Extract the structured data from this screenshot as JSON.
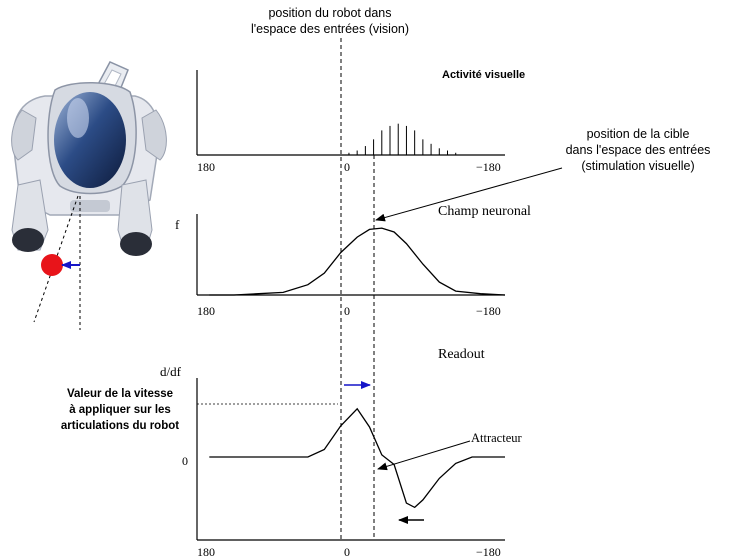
{
  "annotations": {
    "robot_position": [
      "position du robot dans",
      "l'espace des entrées (vision)"
    ],
    "target_position": [
      "position de la cible",
      "dans l'espace des entrées",
      "(stimulation visuelle)"
    ],
    "speed_value": [
      "Valeur de la vitesse",
      "à appliquer sur les",
      "articulations du robot"
    ]
  },
  "chart_data": [
    {
      "type": "bar",
      "title": "Activité visuelle",
      "x_tick_labels": [
        "180",
        "0",
        "−180"
      ],
      "x": [
        -14,
        -12,
        -10,
        -8,
        -6,
        -4,
        -2,
        0,
        2,
        4,
        6,
        8,
        10,
        12,
        14,
        16,
        18,
        20,
        22,
        24
      ],
      "values": [
        0,
        0,
        0,
        0,
        0,
        0,
        1,
        2,
        4,
        7,
        11,
        13,
        14,
        13,
        11,
        7,
        5,
        3,
        2,
        1
      ],
      "xlim": [
        -39,
        36
      ],
      "ylim": [
        0,
        38
      ]
    },
    {
      "type": "line",
      "title": "Champ neuronal",
      "ylabel": "f",
      "x_tick_labels": [
        "180",
        "0",
        "−180"
      ],
      "x": [
        -36,
        -30,
        -24,
        -18,
        -12,
        -8,
        -4,
        0,
        3,
        6,
        9,
        12,
        16,
        20,
        24,
        30,
        36
      ],
      "values": [
        0,
        0,
        1,
        2,
        8,
        17,
        33,
        45,
        51,
        52,
        49,
        40,
        24,
        10,
        3,
        1,
        0
      ],
      "xlim": [
        -39,
        36
      ],
      "ylim": [
        0,
        63
      ]
    },
    {
      "type": "line",
      "title": "Readout",
      "ylabel": "d/df",
      "y_tick_labels": [
        "0"
      ],
      "x_tick_labels": [
        "180",
        "0",
        "−180"
      ],
      "x": [
        -36,
        -20,
        -12,
        -8,
        -4,
        0,
        3,
        6,
        9,
        12,
        14,
        16,
        20,
        24,
        28,
        32,
        36
      ],
      "values": [
        0,
        0,
        0,
        7,
        29,
        45,
        28,
        2,
        -7,
        -43,
        -47,
        -40,
        -20,
        -6,
        0,
        0,
        0
      ],
      "xlim": [
        -39,
        36
      ],
      "ylim": [
        -70,
        70
      ],
      "annotations": [
        "Attracteur"
      ]
    }
  ]
}
